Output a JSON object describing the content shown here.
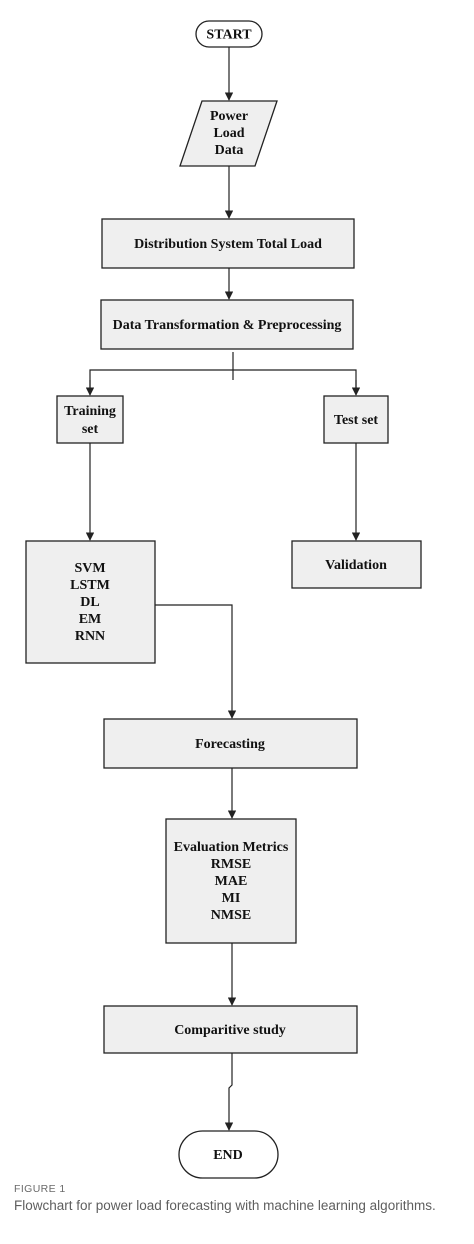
{
  "nodes": {
    "start": "START",
    "input_line1": "Power",
    "input_line2": "Load",
    "input_line3": "Data",
    "total_load": "Distribution System Total Load",
    "preprocessing": "Data Transformation & Preprocessing",
    "training_line1": "Training",
    "training_line2": "set",
    "test_set": "Test set",
    "models": [
      "SVM",
      "LSTM",
      "DL",
      "EM",
      "RNN"
    ],
    "validation": "Validation",
    "forecasting": "Forecasting",
    "metrics": [
      "Evaluation Metrics",
      "RMSE",
      "MAE",
      "MI",
      "NMSE"
    ],
    "comparative": "Comparitive study",
    "end": "END"
  },
  "caption": {
    "label": "FIGURE 1",
    "text": "Flowchart for power load forecasting with machine learning algorithms."
  },
  "colors": {
    "box_fill": "#efefef",
    "stroke": "#222222"
  }
}
